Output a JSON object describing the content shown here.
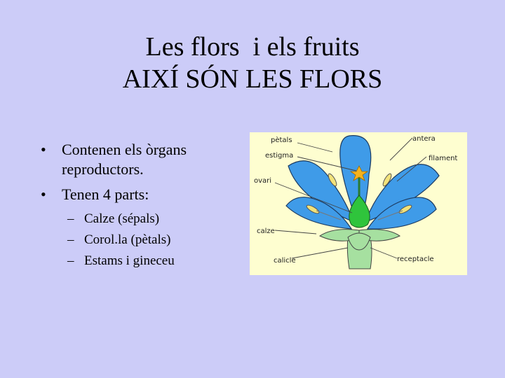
{
  "slide": {
    "title_line1": "Les flors  i els fruits",
    "title_line2": "AIXÍ SÓN LES FLORS",
    "bullets": [
      {
        "bullet_symbol": "•",
        "text": "Contenen els òrgans reproductors."
      },
      {
        "bullet_symbol": "•",
        "text": "Tenen 4 parts:"
      }
    ],
    "sub_items": [
      {
        "dash": "–",
        "text": "Calze (sépals)"
      },
      {
        "dash": "–",
        "text": "Corol.la (pètals)"
      },
      {
        "dash": "–",
        "text": "Estams i gineceu"
      }
    ]
  },
  "diagram": {
    "labels": {
      "petals": "pètals",
      "estigma": "estigma",
      "ovari": "ovari",
      "calze": "calze",
      "calicle": "calicle",
      "antera": "antera",
      "filament": "filament",
      "receptacle": "receptacle"
    },
    "colors": {
      "background": "#fefed0",
      "petal": "#3f9be8",
      "sepal": "#a6e0a0",
      "ovary": "#2fc43c",
      "anther": "#f2e27a"
    }
  }
}
